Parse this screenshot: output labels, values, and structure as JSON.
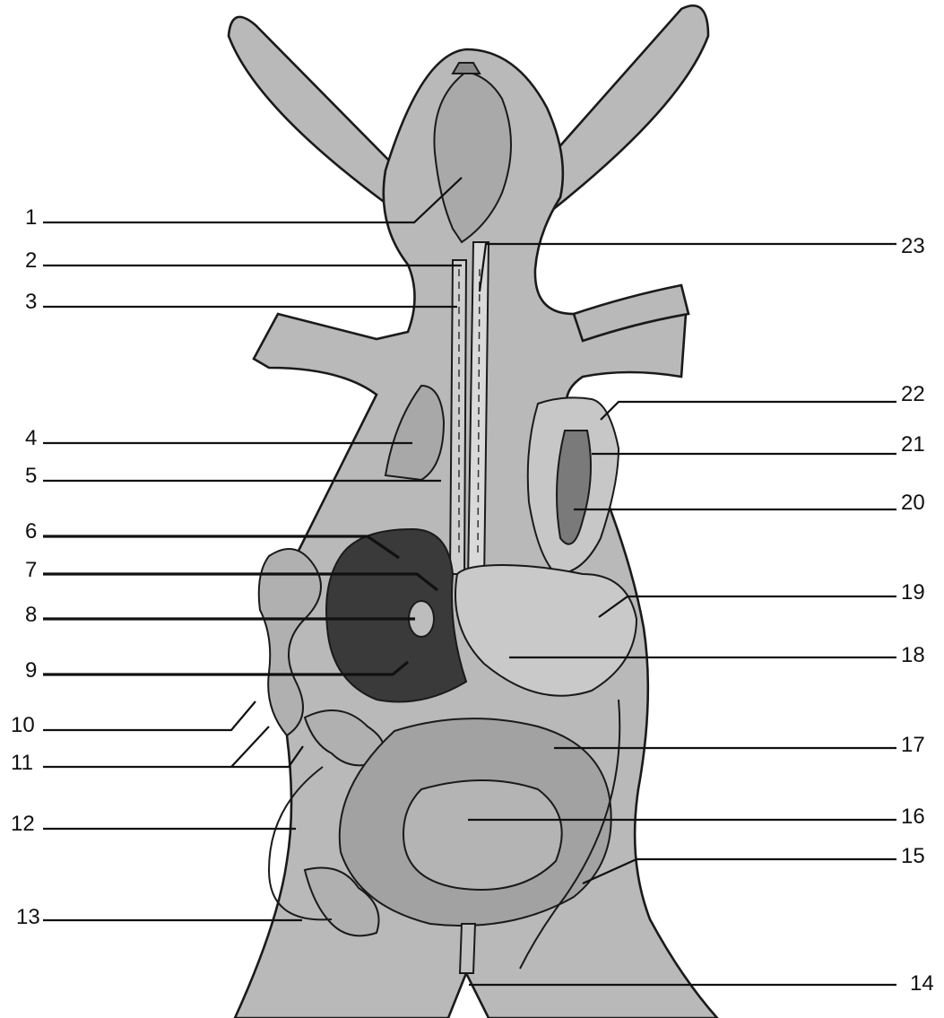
{
  "labels": {
    "l1": "1",
    "l2": "2",
    "l3": "3",
    "l4": "4",
    "l5": "5",
    "l6": "6",
    "l7": "7",
    "l8": "8",
    "l9": "9",
    "l10": "10",
    "l11": "11",
    "l12": "12",
    "l13": "13",
    "l14": "14",
    "l15": "15",
    "l16": "16",
    "l17": "17",
    "l18": "18",
    "l19": "19",
    "l20": "20",
    "l21": "21",
    "l22": "22",
    "l23": "23"
  },
  "colors": {
    "body": "#b9b9b9",
    "organ": "#a6a6a6",
    "liver": "#3a3a3a",
    "light_organ": "#cfcfcf",
    "outline": "#1a1a1a"
  }
}
